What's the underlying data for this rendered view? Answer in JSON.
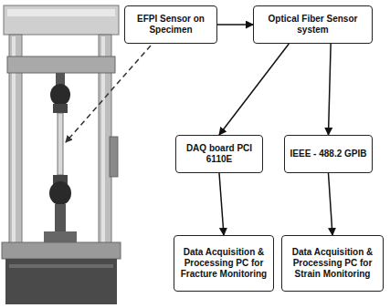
{
  "diagram": {
    "nodes": [
      {
        "text": [
          "EFPI Sensor on Specimen"
        ]
      },
      {
        "text": [
          "Optical Fiber Sensor system"
        ]
      },
      {
        "text": [
          "DAQ board PCI 6110E"
        ]
      },
      {
        "text": [
          "IEEE - 488.2 GPIB"
        ]
      },
      {
        "text": [
          "Data Acquisition & Processing PC for Fracture Monitoring"
        ]
      },
      {
        "text": [
          "Data Acquisition & Processing PC for Strain Monitoring"
        ]
      }
    ],
    "edges": [
      {
        "from": 0,
        "to": 1,
        "arrow": "to"
      },
      {
        "from": 1,
        "to": 2,
        "arrow": "to"
      },
      {
        "from": 1,
        "to": 3,
        "arrow": "to"
      },
      {
        "from": 2,
        "to": 4,
        "arrow": "to"
      },
      {
        "from": 3,
        "to": 5,
        "arrow": "to"
      }
    ]
  }
}
